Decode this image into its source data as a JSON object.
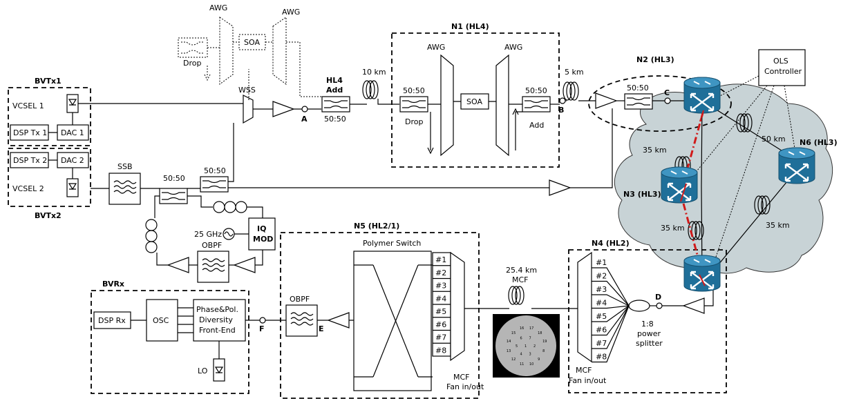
{
  "transmitters": {
    "bvtx1": {
      "title": "BVTx1",
      "vcsel": "VCSEL 1",
      "dsp": "DSP Tx 1",
      "dac": "DAC 1"
    },
    "bvtx2": {
      "title": "BVTx2",
      "vcsel": "VCSEL 2",
      "dsp": "DSP Tx 2",
      "dac": "DAC 2"
    }
  },
  "components": {
    "wss": "WSS",
    "ssb": "SSB",
    "awg": "AWG",
    "soa": "SOA",
    "drop": "Drop",
    "add": "Add",
    "splitter": "50:50",
    "freq": "25 GHz",
    "iq_mod_1": "IQ",
    "iq_mod_2": "MOD",
    "obpf": "OBPF",
    "polymer_switch": "Polymer Switch",
    "mcf_fan_1": "MCF",
    "mcf_fan_2": "Fan in/out",
    "power_splitter": [
      "1:8",
      "power",
      "splitter"
    ],
    "ols_1": "OLS",
    "ols_2": "Controller"
  },
  "receiver": {
    "title": "BVRx",
    "dsp": "DSP Rx",
    "osc": "OSC",
    "frontend": [
      "Phase&Pol.",
      "Diversity",
      "Front-End"
    ],
    "lo": "LO"
  },
  "nodes": {
    "n1": "N1 (HL4)",
    "n2": "N2 (HL3)",
    "n3": "N3 (HL3)",
    "n4": "N4 (HL2)",
    "n5": "N5 (HL2/1)",
    "n6": "N6 (HL3)",
    "hl4_add_1": "HL4",
    "hl4_add_2": "Add"
  },
  "fibers": {
    "f10km": "10 km",
    "f5km": "5 km",
    "f50km": "50 km",
    "f35km": "35 km",
    "mcf_len": "25.4 km",
    "mcf": "MCF"
  },
  "points": {
    "A": "A",
    "B": "B",
    "C": "C",
    "D": "D",
    "E": "E",
    "F": "F"
  },
  "ports": [
    "#1",
    "#2",
    "#3",
    "#4",
    "#5",
    "#6",
    "#7",
    "#8"
  ],
  "mcf_cores": [
    "1",
    "2",
    "3",
    "4",
    "5",
    "6",
    "7",
    "8",
    "9",
    "10",
    "11",
    "12",
    "13",
    "14",
    "15",
    "16",
    "17",
    "18",
    "19"
  ],
  "colors": {
    "router": "#1f6f99",
    "cloud": "#c8d3d6",
    "lightpath": "#d11a1a"
  }
}
